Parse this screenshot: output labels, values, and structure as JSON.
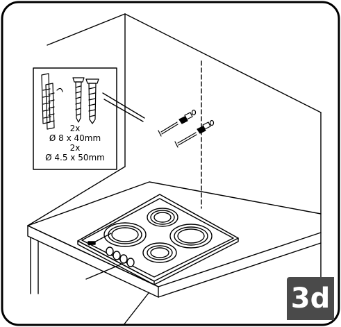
{
  "hardware_note": {
    "line1": "2x",
    "line2": "Ø 8 x 40mm",
    "line3": "2x",
    "line4": "Ø 4.5 x 50mm"
  },
  "step_label": "3d",
  "colors": {
    "line": "#000000",
    "badge_bg": "#4a4a4a",
    "badge_text": "#ffffff",
    "background": "#ffffff"
  }
}
